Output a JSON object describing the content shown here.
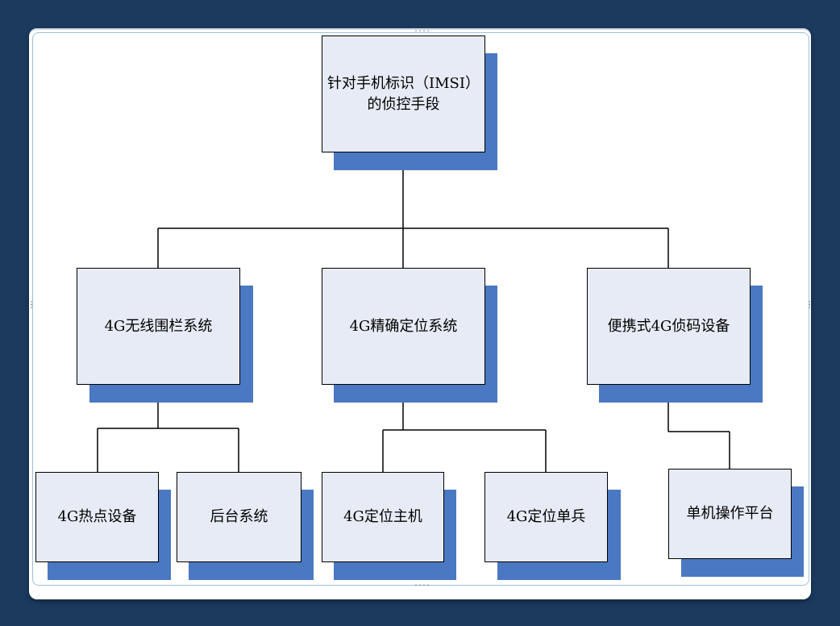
{
  "diagram": {
    "root": {
      "line1": "针对手机标识（IMSI）",
      "line2": "的侦控手段"
    },
    "level2": [
      {
        "label": "4G无线围栏系统"
      },
      {
        "label": "4G精确定位系统"
      },
      {
        "label": "便携式4G侦码设备"
      }
    ],
    "level3": [
      {
        "label": "4G热点设备"
      },
      {
        "label": "后台系统"
      },
      {
        "label": "4G定位主机"
      },
      {
        "label": "4G定位单兵"
      },
      {
        "label": "单机操作平台"
      }
    ]
  },
  "colors": {
    "background": "#1b3a5e",
    "box_fill": "#e7ebf5",
    "box_shadow": "#4a78c2",
    "line": "#000000"
  }
}
